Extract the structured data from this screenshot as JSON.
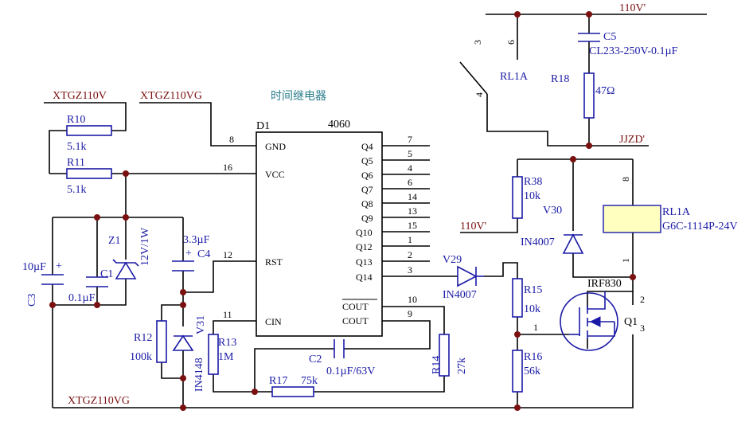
{
  "title": "时间继电器",
  "ic": {
    "ref": "D1",
    "part": "4060",
    "pins_left": [
      {
        "num": "8",
        "name": "GND"
      },
      {
        "num": "16",
        "name": "VCC"
      },
      {
        "num": "12",
        "name": "RST"
      },
      {
        "num": "11",
        "name": "CIN"
      }
    ],
    "pins_right": [
      {
        "num": "7",
        "name": "Q4"
      },
      {
        "num": "5",
        "name": "Q5"
      },
      {
        "num": "4",
        "name": "Q6"
      },
      {
        "num": "6",
        "name": "Q7"
      },
      {
        "num": "14",
        "name": "Q8"
      },
      {
        "num": "13",
        "name": "Q9"
      },
      {
        "num": "15",
        "name": "Q10"
      },
      {
        "num": "1",
        "name": "Q12"
      },
      {
        "num": "2",
        "name": "Q13"
      },
      {
        "num": "3",
        "name": "Q14"
      },
      {
        "num": "10",
        "name": "COUT"
      },
      {
        "num": "9",
        "name": "COUT"
      }
    ]
  },
  "nets": {
    "xtgz110v": "XTGZ110V",
    "xtgz110vg_top": "XTGZ110VG",
    "xtgz110vg_bottom": "XTGZ110VG",
    "v110_top": "110V'",
    "v110_mid": "110V'",
    "jjzd": "JJZD'"
  },
  "components": {
    "r10": {
      "ref": "R10",
      "value": "5.1k"
    },
    "r11": {
      "ref": "R11",
      "value": "5.1k"
    },
    "z1": {
      "ref": "Z1",
      "value": "12V/1W"
    },
    "c1": {
      "ref": "C1",
      "value": "0.1µF"
    },
    "c3": {
      "ref": "C3",
      "value": "10µF"
    },
    "c4": {
      "ref": "C4",
      "value": "3.3µF"
    },
    "r12": {
      "ref": "R12",
      "value": "100k"
    },
    "v31": {
      "ref": "V31",
      "value": "IN4148"
    },
    "r13": {
      "ref": "R13",
      "value": "1M"
    },
    "r17": {
      "ref": "R17",
      "value": "75k"
    },
    "c2": {
      "ref": "C2",
      "value": "0.1µF/63V"
    },
    "r14": {
      "ref": "R14",
      "value": "27k"
    },
    "v29": {
      "ref": "V29",
      "value": "IN4007"
    },
    "r15": {
      "ref": "R15",
      "value": "10k"
    },
    "r16": {
      "ref": "R16",
      "value": "56k"
    },
    "q1": {
      "ref": "Q1",
      "value": "IRF830",
      "pin1": "1",
      "pin2": "2",
      "pin3": "3"
    },
    "r38": {
      "ref": "R38",
      "value": "10k"
    },
    "v30": {
      "ref": "V30",
      "value": "IN4007"
    },
    "rl1a_coil": {
      "ref": "RL1A",
      "value": "G6C-1114P-24V",
      "pin8": "8",
      "pin1": "1"
    },
    "rl1a_contact": {
      "ref": "RL1A",
      "pin3": "3",
      "pin6": "6",
      "pin4": "4"
    },
    "c5": {
      "ref": "C5",
      "value": "CL233-250V-0.1µF"
    },
    "r18": {
      "ref": "R18",
      "value": "47Ω"
    }
  },
  "plus_sign": "+",
  "colors": {
    "wire": "#000000",
    "component": "#1a1aa6",
    "junction": "#7a1010",
    "net_label": "#7a1010",
    "title": "#2a7d8c",
    "relay_fill": "#ffffc0"
  }
}
